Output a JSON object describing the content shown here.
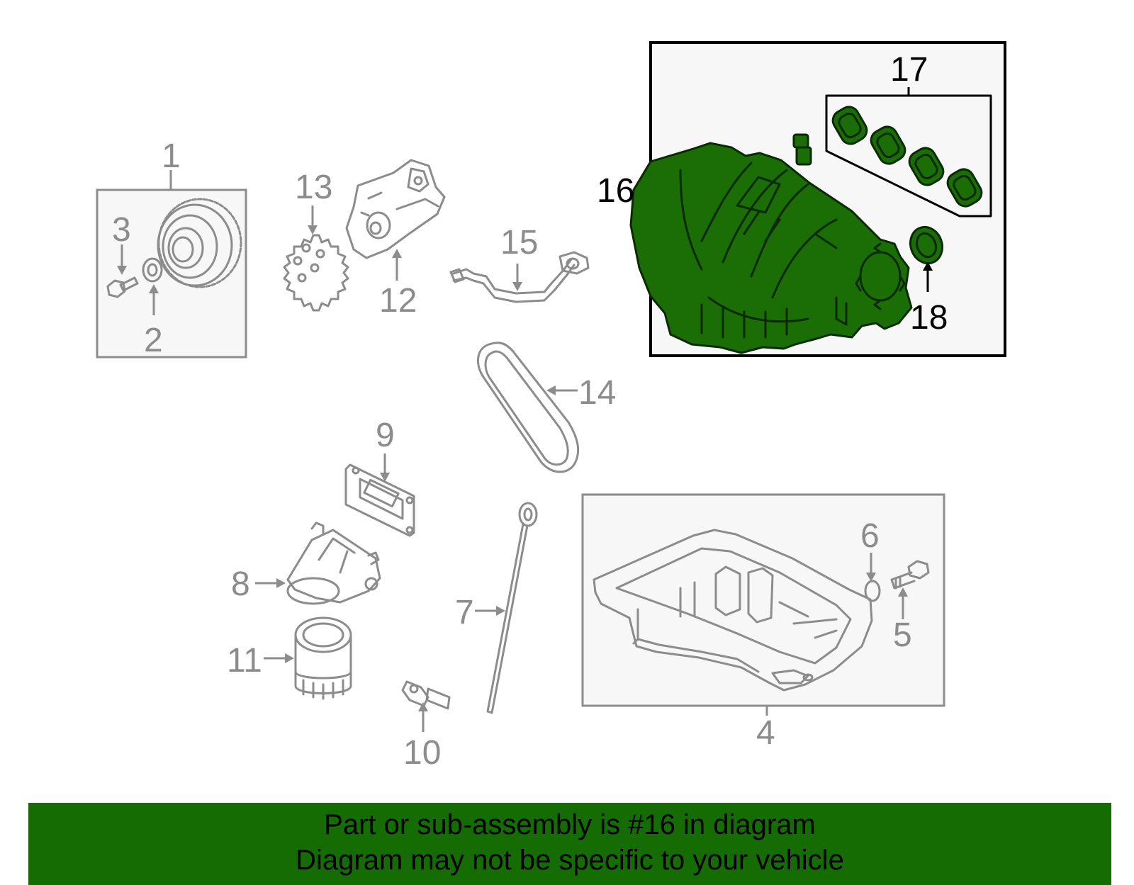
{
  "colors": {
    "highlight_fill": "#1b6e05",
    "banner_background": "#146c02",
    "part_line": "#8c8c8c",
    "highlight_label": "#000000"
  },
  "callouts": [
    {
      "id": "1",
      "text": "1"
    },
    {
      "id": "2",
      "text": "2"
    },
    {
      "id": "3",
      "text": "3"
    },
    {
      "id": "4",
      "text": "4"
    },
    {
      "id": "5",
      "text": "5"
    },
    {
      "id": "6",
      "text": "6"
    },
    {
      "id": "7",
      "text": "7"
    },
    {
      "id": "8",
      "text": "8"
    },
    {
      "id": "9",
      "text": "9"
    },
    {
      "id": "10",
      "text": "10"
    },
    {
      "id": "11",
      "text": "11"
    },
    {
      "id": "12",
      "text": "12"
    },
    {
      "id": "13",
      "text": "13"
    },
    {
      "id": "14",
      "text": "14"
    },
    {
      "id": "15",
      "text": "15"
    },
    {
      "id": "16",
      "text": "16"
    },
    {
      "id": "17",
      "text": "17"
    },
    {
      "id": "18",
      "text": "18"
    }
  ],
  "highlighted_part": "16",
  "banner": {
    "line1": "Part or sub-assembly is #16 in diagram",
    "line2": "Diagram may not be specific to your vehicle"
  }
}
